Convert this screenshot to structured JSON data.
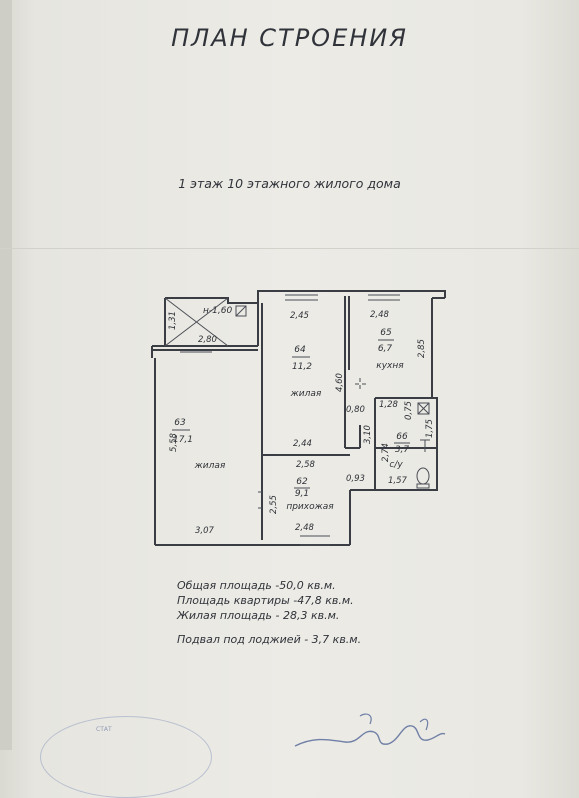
{
  "title": "ПЛАН СТРОЕНИЯ",
  "subtitle": "1  этаж 10 этажного жилого дома",
  "rooms": {
    "r63": {
      "number": "63",
      "area": "17,1",
      "name": "жилая"
    },
    "r64": {
      "number": "64",
      "area": "11,2",
      "name": "жилая"
    },
    "r65": {
      "number": "65",
      "area": "6,7",
      "name": "кухня"
    },
    "r62": {
      "number": "62",
      "area": "9,1",
      "name": "прихожая"
    },
    "r66": {
      "number": "66",
      "area": "3,7",
      "name": "с/у"
    },
    "loggia": {
      "label": "н-1,60"
    }
  },
  "dims": {
    "d131": "1,31",
    "d280": "2,80",
    "d245": "2,45",
    "d248a": "2,48",
    "d285": "2,85",
    "d460": "4,60",
    "d080": "0,80",
    "d128": "1,28",
    "d075": "0,75",
    "d558": "5,58",
    "d244": "2,44",
    "d310": "3,10",
    "d274": "2,74",
    "d175": "1,75",
    "d258": "2,58",
    "d093": "0,93",
    "d157": "1,57",
    "d255": "2,55",
    "d307": "3,07",
    "d248b": "2,48"
  },
  "summary": {
    "total": "Общая площадь -50,0 кв.м.",
    "apartment": "Площадь квартиры -47,8 кв.м.",
    "living": "Жилая площадь - 28,3 кв.м.",
    "basement": "Подвал под лоджией - 3,7 кв.м."
  },
  "stamp_text": "СТАТ"
}
